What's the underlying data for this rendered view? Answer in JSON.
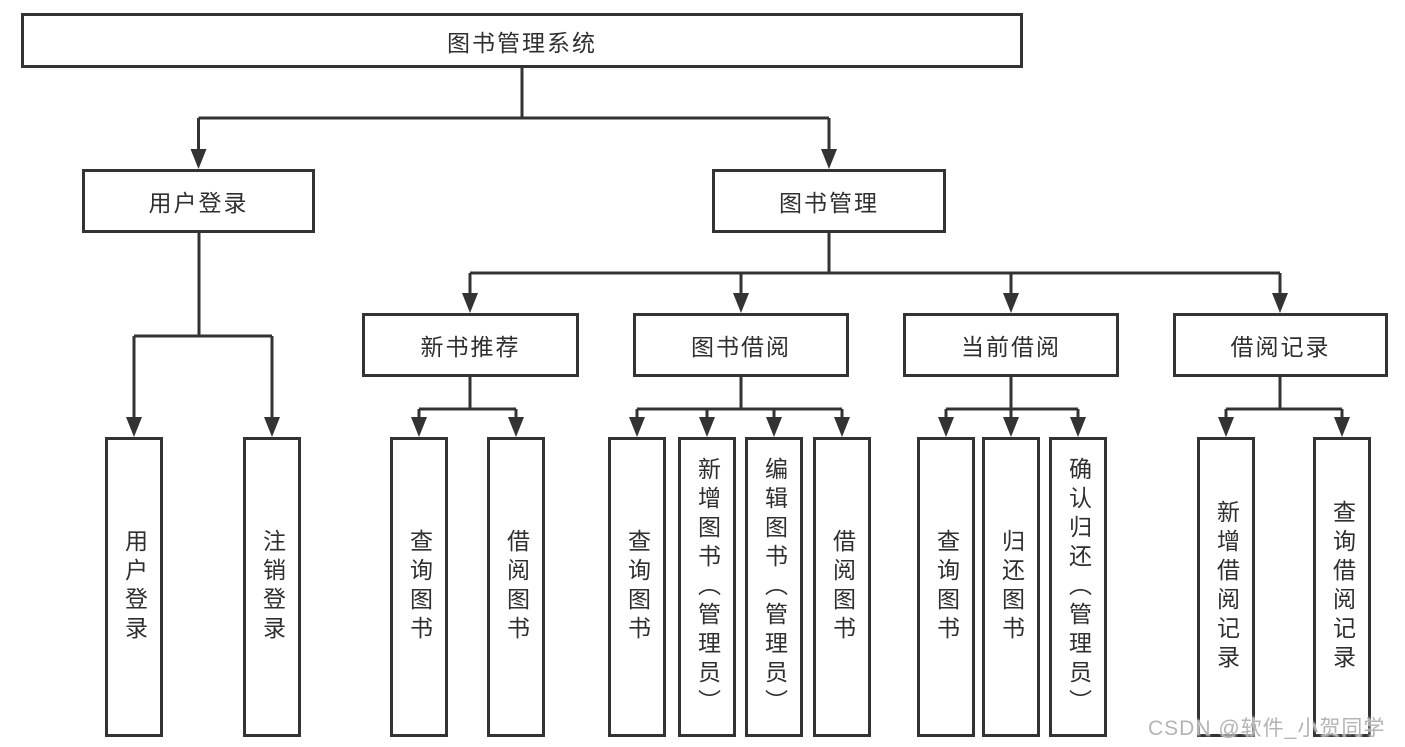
{
  "diagram": {
    "root": {
      "label": "图书管理系统"
    },
    "user_login_branch": {
      "label": "用户登录",
      "children": [
        {
          "label": "用户登录"
        },
        {
          "label": "注销登录"
        }
      ]
    },
    "book_mgmt_branch": {
      "label": "图书管理",
      "groups": [
        {
          "label": "新书推荐",
          "children": [
            {
              "label": "查询图书"
            },
            {
              "label": "借阅图书"
            }
          ]
        },
        {
          "label": "图书借阅",
          "children": [
            {
              "label": "查询图书"
            },
            {
              "label": "新增图书（管理员）"
            },
            {
              "label": "编辑图书（管理员）"
            },
            {
              "label": "借阅图书"
            }
          ]
        },
        {
          "label": "当前借阅",
          "children": [
            {
              "label": "查询图书"
            },
            {
              "label": "归还图书"
            },
            {
              "label": "确认归还（管理员）"
            }
          ]
        },
        {
          "label": "借阅记录",
          "children": [
            {
              "label": "新增借阅记录"
            },
            {
              "label": "查询借阅记录"
            }
          ]
        }
      ]
    }
  },
  "watermark": {
    "text": "CSDN @软件_小贺同学"
  },
  "colors": {
    "line": "#333333",
    "text": "#2f2f2f",
    "watermark": "#b4b4b4",
    "background": "#ffffff"
  }
}
